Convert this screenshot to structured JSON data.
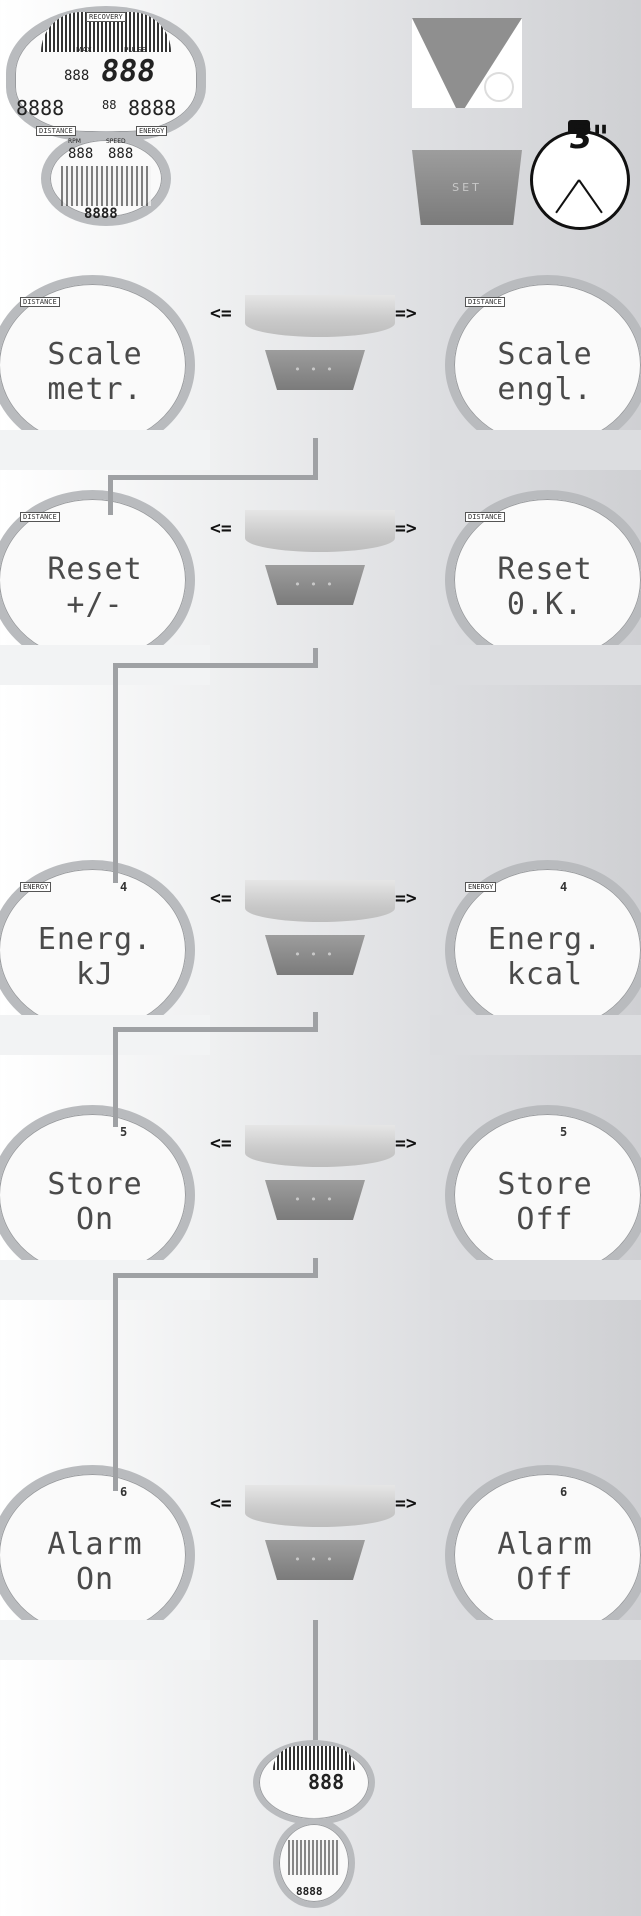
{
  "header": {
    "main_display": {
      "recovery": "RECOVERY",
      "max": "MAX",
      "pulse": "PULSE",
      "digits_big": "888",
      "digits_small": "888",
      "digits_left": "8888",
      "digits_right": "8888",
      "mid_small": "88",
      "distance": "DISTANCE",
      "energy": "ENERGY",
      "rpm": "RPM",
      "speed": "SPEED",
      "lower_left": "888",
      "lower_right": "888",
      "bottom_digits": "8888"
    },
    "set_label": "SET",
    "hold_time": "3\""
  },
  "steps": [
    {
      "left": [
        "Scale",
        "metr."
      ],
      "right": [
        "Scale",
        "engl."
      ],
      "tick": "",
      "left_tag": "DISTANCE",
      "right_tag": "DISTANCE"
    },
    {
      "left": [
        "Reset",
        "+/-"
      ],
      "right": [
        "Reset",
        "0.K."
      ],
      "tick": "",
      "left_tag": "DISTANCE",
      "right_tag": "DISTANCE"
    },
    {
      "left": [
        "Energ.",
        "kJ"
      ],
      "right": [
        "Energ.",
        "kcal"
      ],
      "tick": "4",
      "left_tag": "ENERGY",
      "right_tag": "ENERGY"
    },
    {
      "left": [
        "Store",
        "On"
      ],
      "right": [
        "Store",
        "Off"
      ],
      "tick": "5",
      "left_tag": "",
      "right_tag": ""
    },
    {
      "left": [
        "Alarm",
        "On"
      ],
      "right": [
        "Alarm",
        "Off"
      ],
      "tick": "6",
      "left_tag": "",
      "right_tag": ""
    }
  ],
  "arrows": {
    "left": "<=",
    "right": "=>"
  },
  "footer": {
    "digits_big": "888",
    "digits_bottom": "8888"
  }
}
